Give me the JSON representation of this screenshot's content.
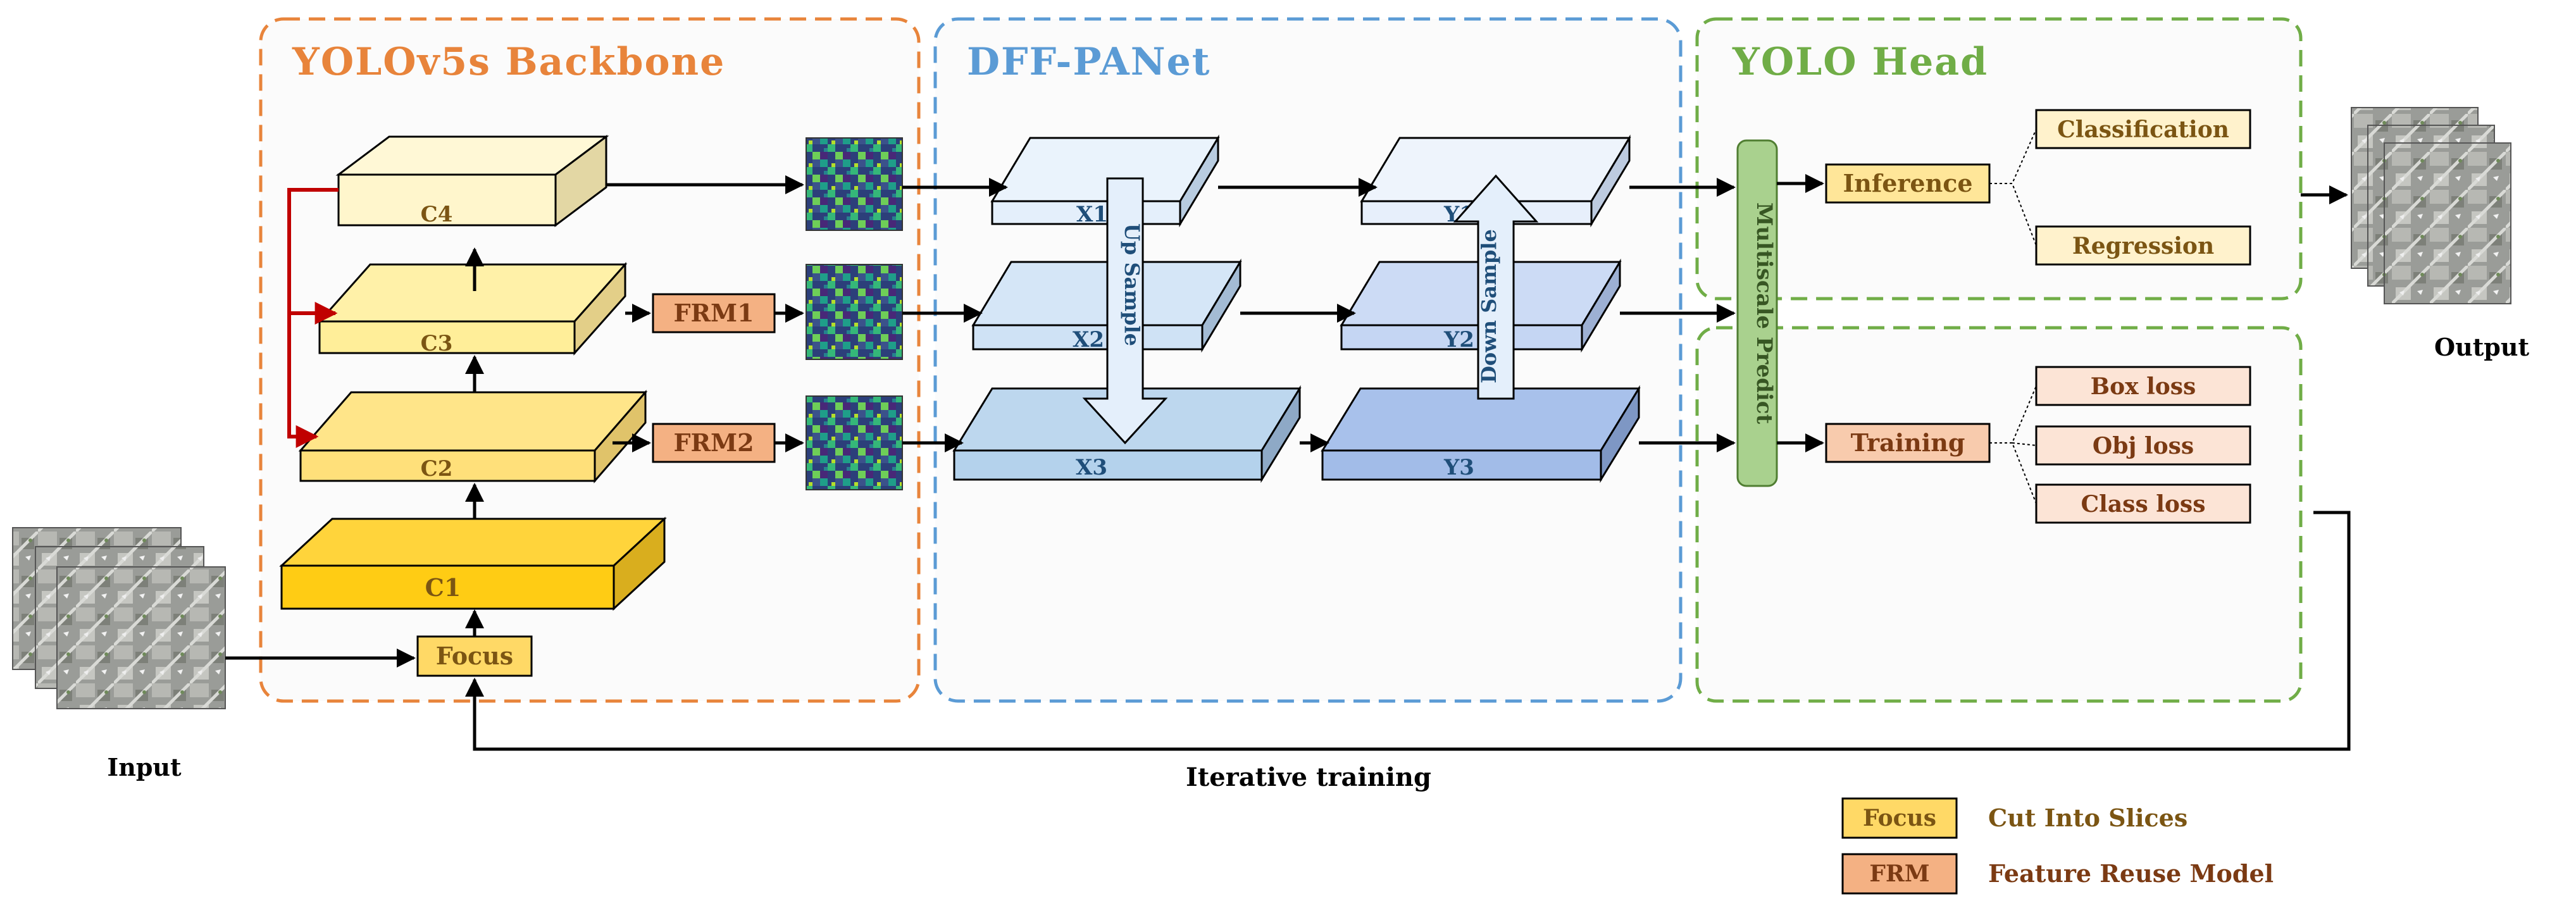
{
  "sections": {
    "backbone": {
      "title": "YOLOv5s Backbone",
      "color": "#E8843B"
    },
    "neck": {
      "title": "DFF-PANet",
      "color": "#5B9BD5"
    },
    "head": {
      "title": "YOLO Head",
      "color": "#70AD47"
    }
  },
  "backbone": {
    "layers": [
      "C1",
      "C2",
      "C3",
      "C4"
    ],
    "focus": "Focus",
    "frm1": "FRM1",
    "frm2": "FRM2"
  },
  "neck": {
    "x_layers": [
      "X1",
      "X2",
      "X3"
    ],
    "y_layers": [
      "Y1",
      "Y2",
      "Y3"
    ],
    "up_sample": "Up Sample",
    "down_sample": "Down Sample"
  },
  "head": {
    "multiscale": "Multiscale Predict",
    "inference": "Inference",
    "classification": "Classification",
    "regression": "Regression",
    "training": "Training",
    "box_loss": "Box loss",
    "obj_loss": "Obj loss",
    "class_loss": "Class loss"
  },
  "io": {
    "input": "Input",
    "output": "Output",
    "iterative": "Iterative training"
  },
  "legend": {
    "focus_key": "Focus",
    "focus_desc": "Cut Into Slices",
    "frm_key": "FRM",
    "frm_desc": "Feature Reuse Model"
  },
  "colors": {
    "label_brown": "#7B5513",
    "frm_fill": "#F4B183",
    "focus_fill": "#FFD966",
    "predict_fill": "#A9D18E"
  }
}
